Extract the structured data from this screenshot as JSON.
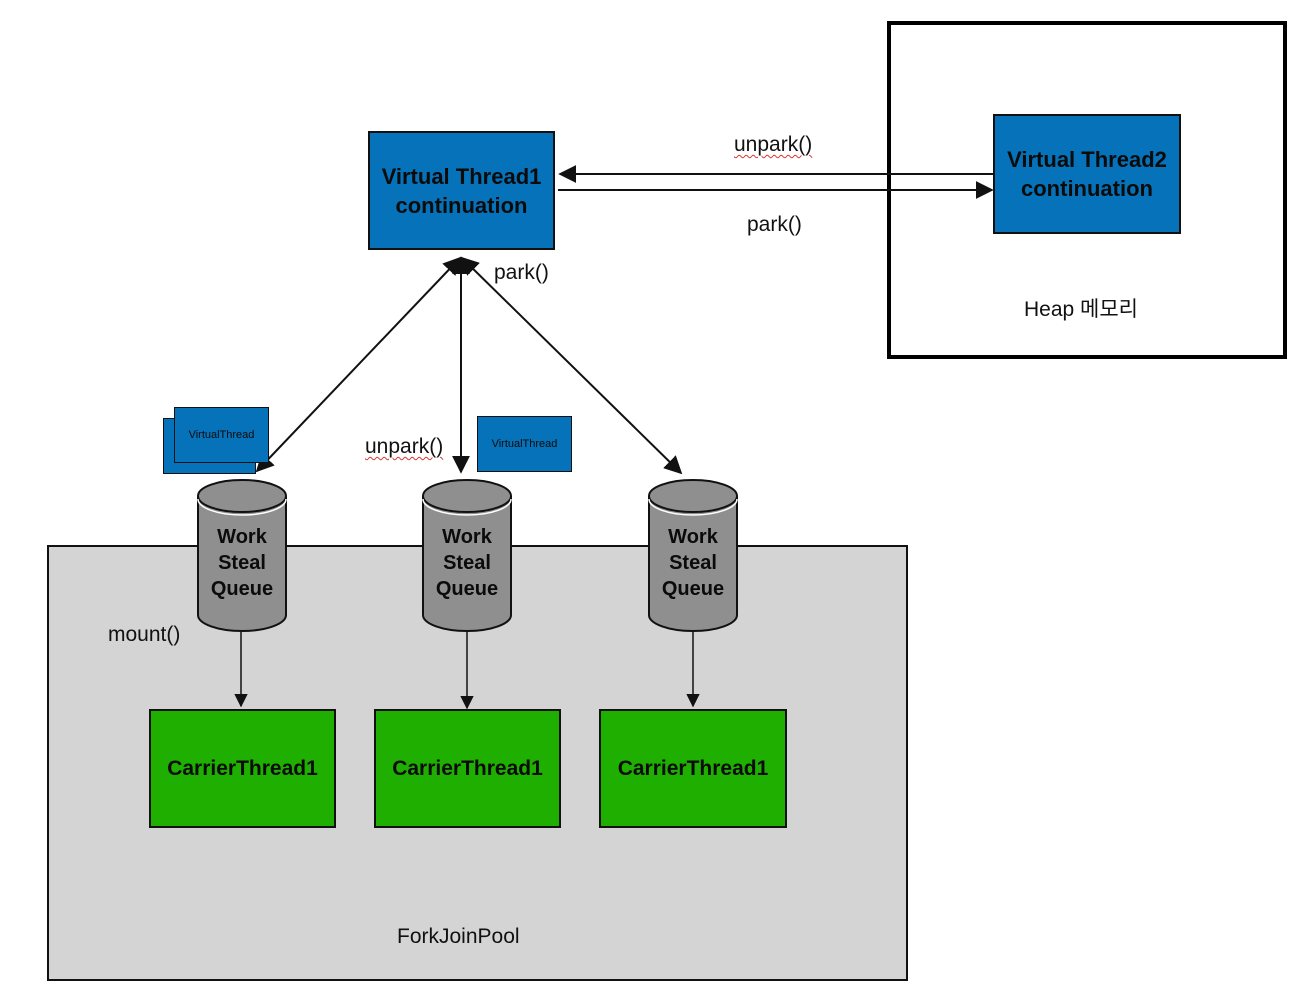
{
  "colors": {
    "virtual_thread_fill": "#0672ba",
    "carrier_thread_fill": "#1faf00",
    "queue_fill": "#8f8f8f",
    "pool_fill": "#d4d4d4",
    "stroke": "#111111"
  },
  "heap": {
    "label": "Heap 메모리",
    "virtual_thread2": {
      "line1": "Virtual Thread2",
      "line2": "continuation"
    }
  },
  "virtual_thread1": {
    "line1": "Virtual Thread1",
    "line2": "continuation"
  },
  "arrows": {
    "top_unpark": "unpark()",
    "top_park": "park()",
    "diag_park": "park()",
    "mid_unpark": "unpark()",
    "mount": "mount()"
  },
  "queued_virtual_threads": [
    {
      "label": "VirtualThread"
    },
    {
      "label": "VirtualThread"
    }
  ],
  "pool": {
    "label": "ForkJoinPool",
    "queues": [
      {
        "line1": "Work",
        "line2": "Steal",
        "line3": "Queue"
      },
      {
        "line1": "Work",
        "line2": "Steal",
        "line3": "Queue"
      },
      {
        "line1": "Work",
        "line2": "Steal",
        "line3": "Queue"
      }
    ],
    "carriers": [
      {
        "label": "CarrierThread1"
      },
      {
        "label": "CarrierThread1"
      },
      {
        "label": "CarrierThread1"
      }
    ]
  }
}
